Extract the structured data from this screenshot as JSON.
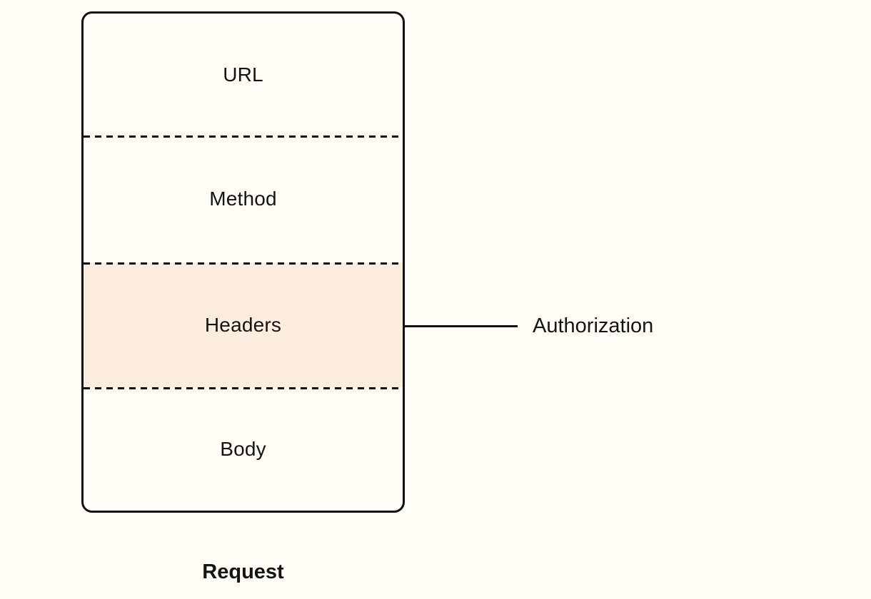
{
  "colors": {
    "background": "#FFFDF5",
    "stroke": "#101010",
    "highlight": "#FCEDDE",
    "text": "#141414"
  },
  "box": {
    "sections": [
      {
        "label": "URL",
        "highlighted": false
      },
      {
        "label": "Method",
        "highlighted": false
      },
      {
        "label": "Headers",
        "highlighted": true
      },
      {
        "label": "Body",
        "highlighted": false
      }
    ],
    "caption": "Request"
  },
  "annotation": {
    "label": "Authorization",
    "target": "Headers"
  }
}
